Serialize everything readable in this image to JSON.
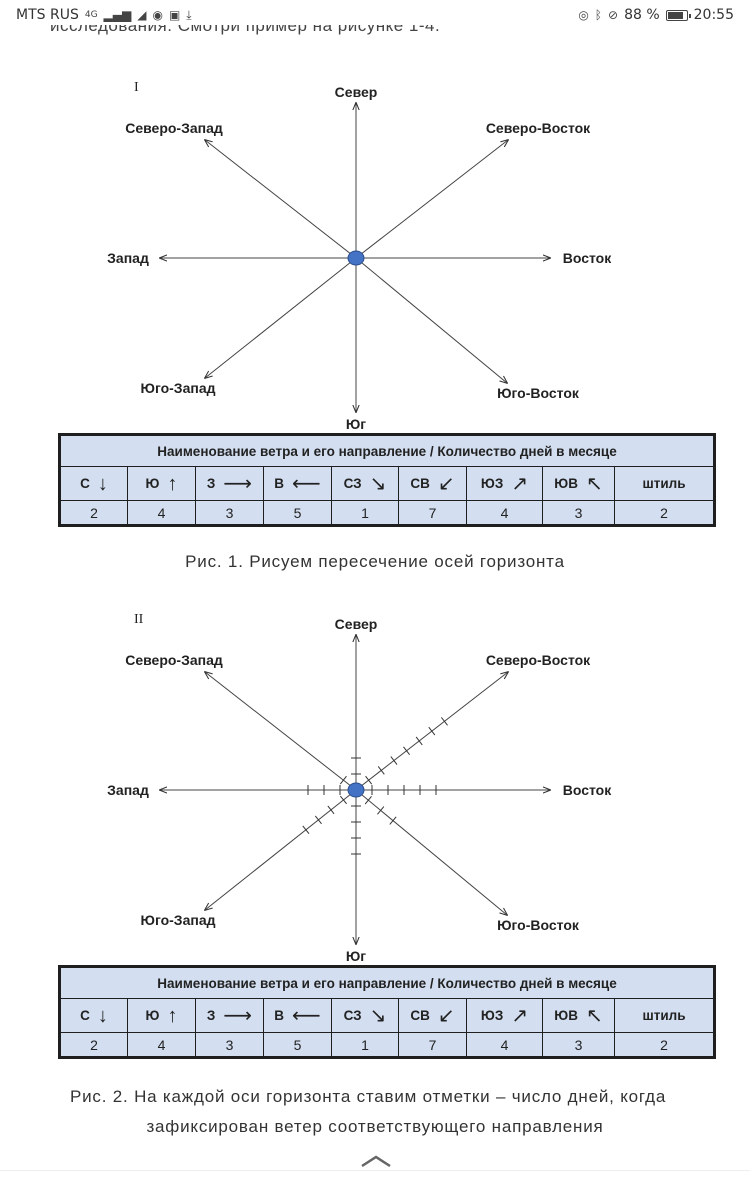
{
  "status_bar": {
    "carrier": "MTS RUS",
    "network": "4G",
    "battery": "88 %",
    "battery_level": 0.88,
    "time": "20:55",
    "icons_left": [
      "signal-icon",
      "telegram-icon",
      "vk-icon",
      "mail-icon",
      "download-icon"
    ],
    "icons_right": [
      "eye-icon",
      "bluetooth-icon",
      "mute-icon",
      "battery-icon"
    ]
  },
  "cut_text": "исследования. Смотри пример на рисунке 1-4.",
  "compass": {
    "north": "Север",
    "south": "Юг",
    "west": "Запад",
    "east": "Восток",
    "northwest": "Северо-Запад",
    "northeast": "Северо-Восток",
    "southwest": "Юго-Запад",
    "southeast": "Юго-Восток"
  },
  "table": {
    "header": "Наименование ветра и его направление / Количество дней в месяце",
    "columns": [
      {
        "name": "С",
        "arrow": "↓",
        "days": "2"
      },
      {
        "name": "Ю",
        "arrow": "↑",
        "days": "4"
      },
      {
        "name": "З",
        "arrow": "⟶",
        "days": "3"
      },
      {
        "name": "В",
        "arrow": "⟵",
        "days": "5"
      },
      {
        "name": "СЗ",
        "arrow": "↘",
        "days": "1"
      },
      {
        "name": "СВ",
        "arrow": "↙",
        "days": "7"
      },
      {
        "name": "ЮЗ",
        "arrow": "↗",
        "days": "4"
      },
      {
        "name": "ЮВ",
        "arrow": "↖",
        "days": "3"
      },
      {
        "name": "штиль",
        "arrow": "",
        "days": "2"
      }
    ]
  },
  "figure1": {
    "roman": "I",
    "caption": "Рис. 1. Рисуем пересечение осей горизонта"
  },
  "figure2": {
    "roman": "II",
    "caption_line1": "Рис. 2. На каждой оси горизонта ставим отметки – число дней, когда",
    "caption_line2": "зафиксирован ветер соответствующего направления",
    "tick_counts": {
      "north": 2,
      "south": 4,
      "west": 3,
      "east": 5,
      "northwest": 1,
      "northeast": 7,
      "southwest": 4,
      "southeast": 3
    }
  },
  "colors": {
    "table_bg": "#d3dff0",
    "center_dot": "#4472c4"
  }
}
